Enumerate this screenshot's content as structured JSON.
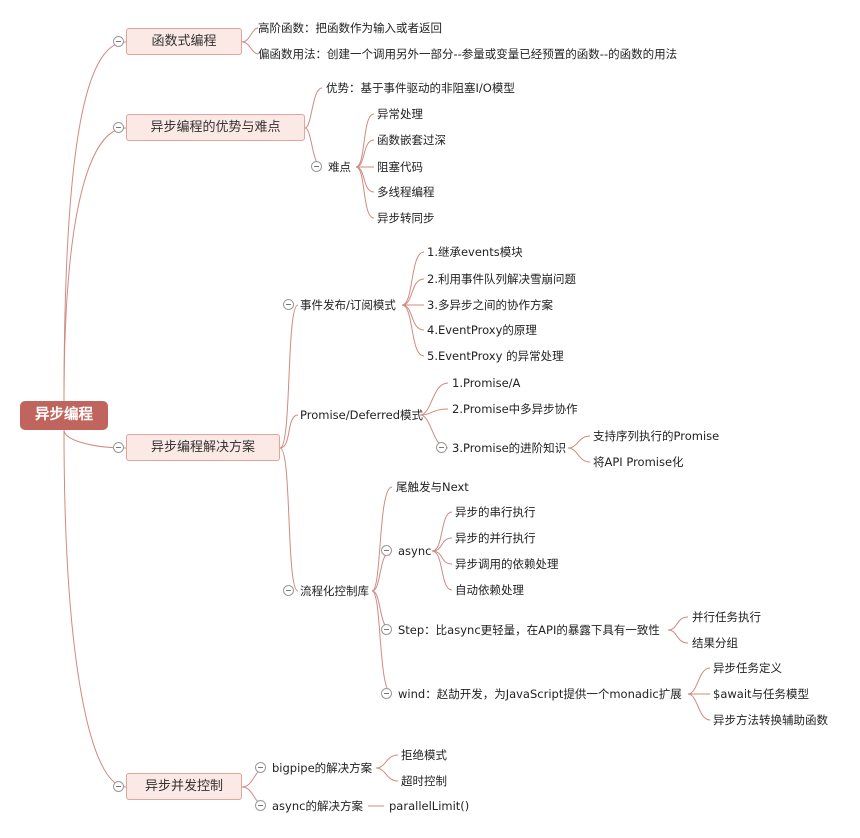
{
  "root": "异步编程",
  "colors": {
    "root": "#c0645e",
    "branch_fill": "#fbe9e6",
    "branch_border": "#e2a49b",
    "line": "#d08a82"
  },
  "functional": {
    "label": "函数式编程",
    "items": [
      "高阶函数：把函数作为输入或者返回",
      "偏函数用法：创建一个调用另外一部分--参量或变量已经预置的函数--的函数的用法"
    ]
  },
  "pros_cons": {
    "label": "异步编程的优势与难点",
    "advantage": "优势：基于事件驱动的非阻塞I/O模型",
    "difficulty": "难点",
    "difficulties": [
      "异常处理",
      "函数嵌套过深",
      "阻塞代码",
      "多线程编程",
      "异步转同步"
    ]
  },
  "solutions": {
    "label": "异步编程解决方案",
    "pubsub": {
      "label": "事件发布/订阅模式",
      "items": [
        "1.继承events模块",
        "2.利用事件队列解决雪崩问题",
        "3.多异步之间的协作方案",
        "4.EventProxy的原理",
        "5.EventProxy 的异常处理"
      ]
    },
    "promise": {
      "label": "Promise/Deferred模式",
      "items": [
        "1.Promise/A",
        "2.Promise中多异步协作",
        "3.Promise的进阶知识"
      ],
      "advanced": [
        "支持序列执行的Promise",
        "将API Promise化"
      ]
    },
    "flow": {
      "label": "流程化控制库",
      "tail": "尾触发与Next",
      "async_label": "async",
      "async_items": [
        "异步的串行执行",
        "异步的并行执行",
        "异步调用的依赖处理",
        "自动依赖处理"
      ],
      "step_label": "Step：比async更轻量，在API的暴露下具有一致性",
      "step_items": [
        "并行任务执行",
        "结果分组"
      ],
      "wind_label": "wind：赵劼开发，为JavaScript提供一个monadic扩展",
      "wind_items": [
        "异步任务定义",
        "$await与任务模型",
        "异步方法转换辅助函数"
      ]
    }
  },
  "concurrency": {
    "label": "异步并发控制",
    "bigpipe": "bigpipe的解决方案",
    "bigpipe_items": [
      "拒绝模式",
      "超时控制"
    ],
    "async_solution": "async的解决方案",
    "parallel_limit": "parallelLimit()"
  }
}
